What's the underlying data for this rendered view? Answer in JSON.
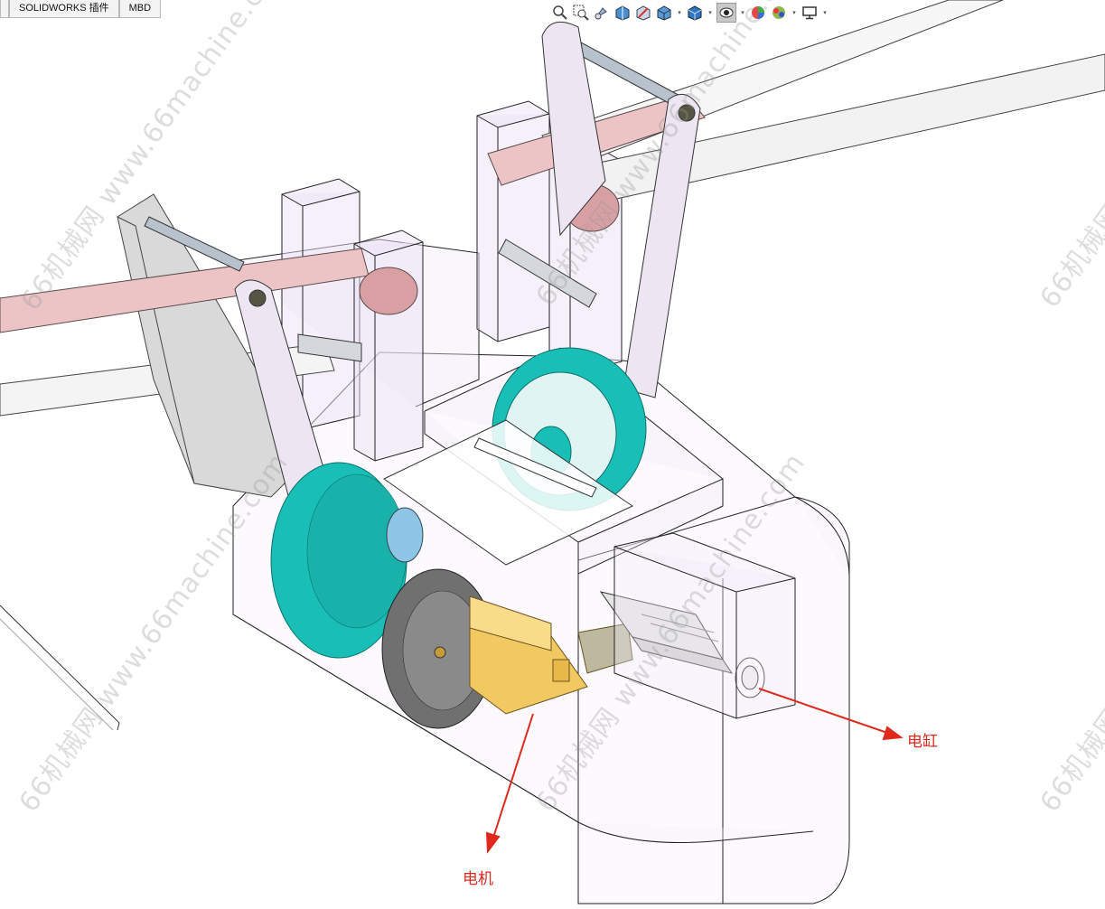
{
  "tabs": [
    {
      "label": ""
    },
    {
      "label": "SOLIDWORKS 插件"
    },
    {
      "label": "MBD"
    }
  ],
  "toolbar": {
    "icons": [
      "zoom-to-fit-icon",
      "zoom-area-icon",
      "previous-view-icon",
      "section-view-icon",
      "dynamic-annotation-icon",
      "view-orientation-icon",
      "display-style-icon",
      "hide-show-icon",
      "edit-appearance-icon",
      "apply-scene-icon",
      "view-settings-icon"
    ],
    "selected_icon": "display-style-icon"
  },
  "watermark": {
    "text": "66机械网 www.66machine.com",
    "short": "66机械网"
  },
  "labels": {
    "motor": "电机",
    "cylinder": "电缸"
  },
  "colors": {
    "gear_teal": "#19bfb7",
    "gear_gray": "#707070",
    "motor_yellow": "#f2c960",
    "arm_pink": "#ecc4c6",
    "link_lilac": "#ede6f2",
    "annotation_red": "#e0281c"
  }
}
